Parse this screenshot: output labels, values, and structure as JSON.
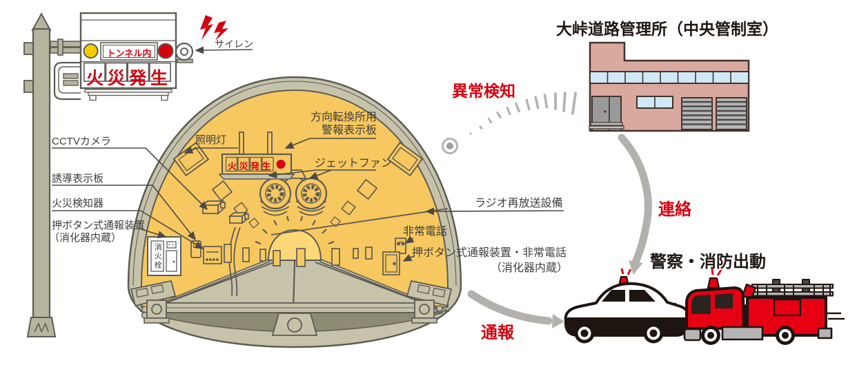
{
  "colors": {
    "alert_red": "#d7000f",
    "truck_red": "#e60012",
    "tunnel_wall_yellow": "#f7c85f",
    "concrete_beige": "#c7c3aa",
    "wave_gray": "#b5b3b1",
    "arrow_gray": "#b3b1ae"
  },
  "roadside_sign": {
    "location_label": "トンネル内",
    "alert_message": "火災発生",
    "siren_label": "サイレン"
  },
  "tunnel_labels": {
    "cctv": "CCTVカメラ",
    "lighting": "照明灯",
    "turnaround_line1": "方向転換所用",
    "turnaround_line2": "警報表示板",
    "jet_fan": "ジェットファン",
    "guidance_board": "誘導表示板",
    "fire_detector": "火災検知器",
    "push_button_line1": "押ボタン式通報装置",
    "push_button_line2": "（消化器内蔵）",
    "radio_rebroadcast": "ラジオ再放送設備",
    "emergency_phone": "非常電話",
    "push_button_phone_line1": "押ボタン式通報装置・非常電話",
    "push_button_phone_line2": "（消化器内蔵）",
    "inner_sign_message": "火災発生",
    "fire_hydrant": "消火栓"
  },
  "control_office": {
    "title": "大峠道路管理所（中央管制室）"
  },
  "flow": {
    "anomaly_detection": "異常検知",
    "contact": "連絡",
    "report": "通報",
    "dispatch": "警察・消防出動"
  }
}
